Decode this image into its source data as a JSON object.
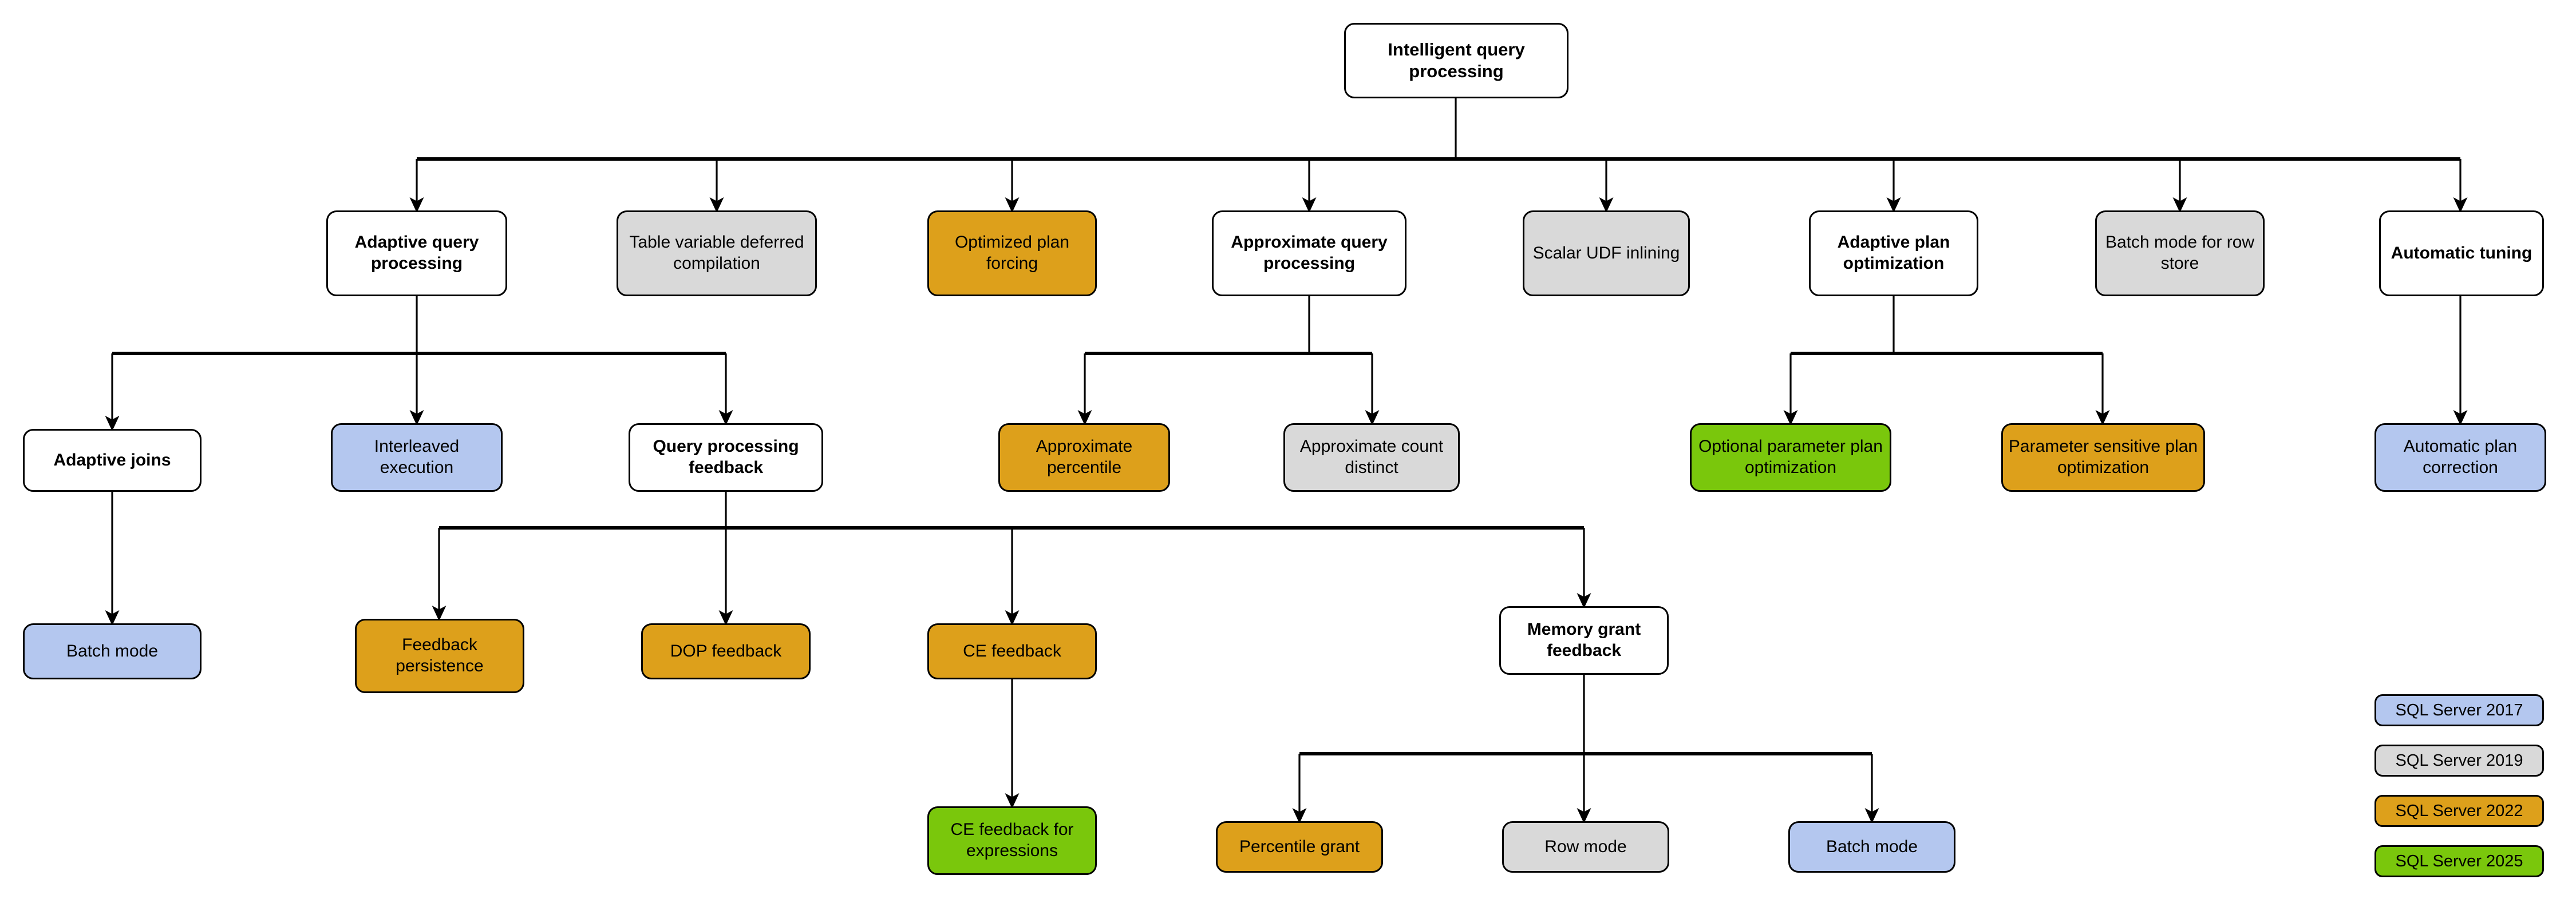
{
  "diagram": {
    "title": "Intelligent query processing",
    "palette": {
      "white": "#ffffff",
      "gray": "#d9d9d9",
      "amber": "#dda01b",
      "green": "#7ac70c",
      "blue": "#b4c7ef",
      "stroke": "#000000"
    },
    "nodes": {
      "root": "Intelligent query processing",
      "adaptive_query_processing": "Adaptive query processing",
      "table_variable_deferred_compilation": "Table variable deferred compilation",
      "optimized_plan_forcing": "Optimized plan forcing",
      "approximate_query_processing": "Approximate query processing",
      "scalar_udf_inlining": "Scalar UDF inlining",
      "adaptive_plan_optimization": "Adaptive plan optimization",
      "batch_mode_for_row_store": "Batch mode for row store",
      "automatic_tuning": "Automatic tuning",
      "adaptive_joins": "Adaptive joins",
      "interleaved_execution": "Interleaved execution",
      "query_processing_feedback": "Query processing feedback",
      "approximate_percentile": "Approximate percentile",
      "approximate_count_distinct": "Approximate count distinct",
      "optional_parameter_plan_optimization": "Optional parameter plan optimization",
      "parameter_sensitive_plan_optimization": "Parameter sensitive plan optimization",
      "automatic_plan_correction": "Automatic plan correction",
      "batch_mode_adaptive_joins": "Batch mode",
      "feedback_persistence": "Feedback persistence",
      "dop_feedback": "DOP feedback",
      "ce_feedback": "CE feedback",
      "memory_grant_feedback": "Memory grant feedback",
      "ce_feedback_for_expressions": "CE feedback for expressions",
      "percentile_grant": "Percentile grant",
      "row_mode": "Row mode",
      "batch_mode_memory_grant": "Batch mode"
    },
    "legend": [
      {
        "label": "SQL Server 2017",
        "color_key": "blue",
        "color": "#b4c7ef"
      },
      {
        "label": "SQL Server 2019",
        "color_key": "gray",
        "color": "#d9d9d9"
      },
      {
        "label": "SQL Server 2022",
        "color_key": "amber",
        "color": "#dda01b"
      },
      {
        "label": "SQL Server 2025",
        "color_key": "green",
        "color": "#7ac70c"
      }
    ]
  }
}
